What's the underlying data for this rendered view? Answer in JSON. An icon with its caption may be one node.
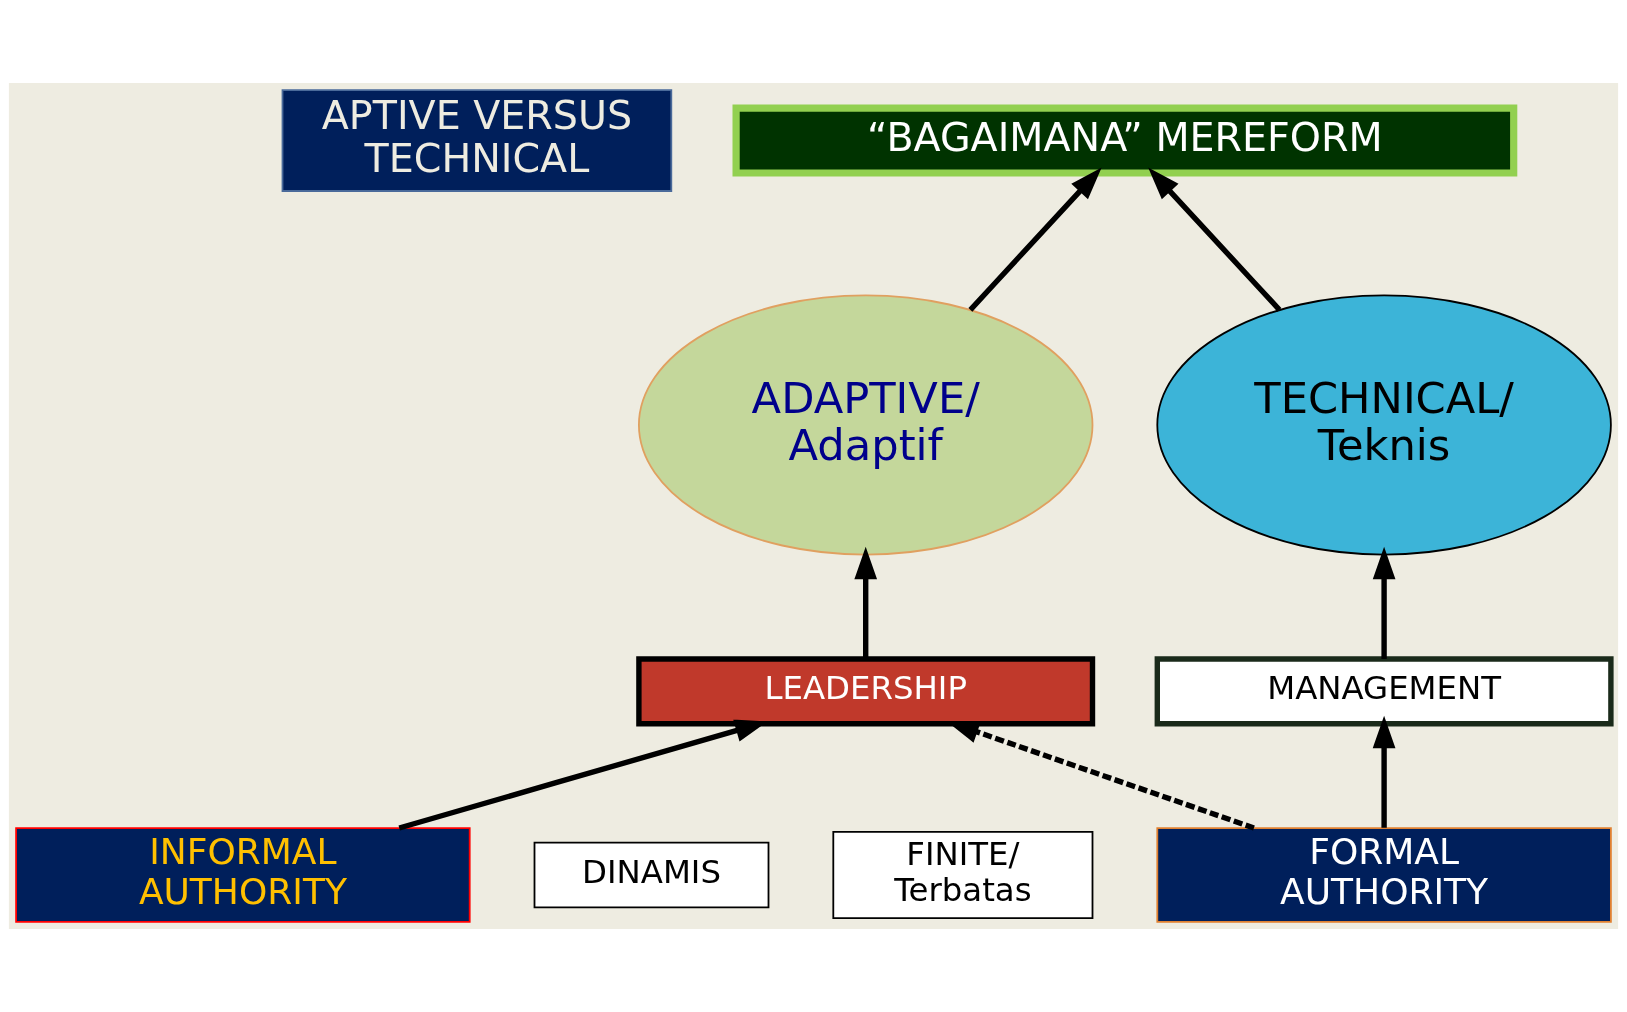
{
  "diagram": {
    "nodes": [
      {
        "text": [
          "APTIVE VERSUS TECHNICAL"
        ]
      },
      {
        "text": [
          "“BAGAIMANA” MEREFORM"
        ]
      },
      {
        "text": [
          "TECHNICAL/ Teknis"
        ]
      },
      {
        "text": [
          "ADAPTIVE/ Adaptif"
        ]
      },
      {
        "text": [
          "MANAGEMENT"
        ]
      },
      {
        "text": [
          "LEADERSHIP"
        ]
      },
      {
        "text": [
          "FINITE/ Terbatas"
        ]
      },
      {
        "text": [
          "FORMAL AUTHORITY"
        ]
      },
      {
        "text": [
          "INFORMAL AUTHORITY"
        ]
      },
      {
        "text": [
          "DINAMIS"
        ]
      }
    ],
    "edges": [
      {
        "from": 2,
        "to": 1,
        "arrow": "to"
      },
      {
        "from": 3,
        "to": 1,
        "arrow": "to"
      },
      {
        "from": 4,
        "to": 2,
        "arrow": "to"
      },
      {
        "from": 5,
        "to": 3,
        "arrow": "to"
      },
      {
        "from": 7,
        "to": 4,
        "arrow": "to"
      },
      {
        "from": 7,
        "to": 5,
        "arrow": "to",
        "style": "dashed"
      },
      {
        "from": 8,
        "to": 5,
        "arrow": "to"
      }
    ]
  }
}
